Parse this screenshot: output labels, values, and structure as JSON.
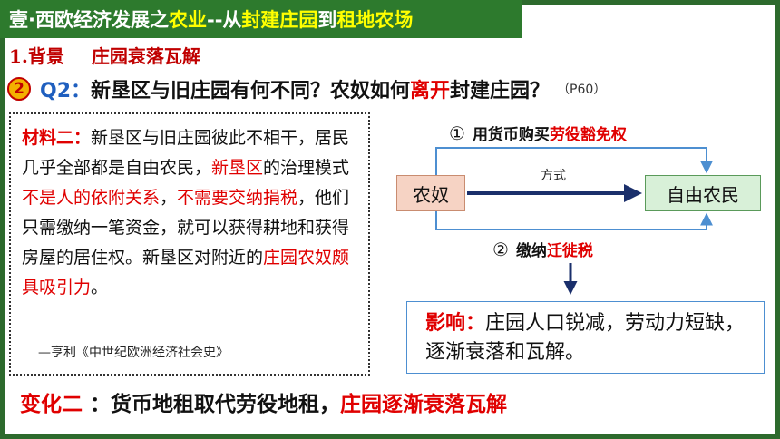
{
  "title": {
    "seg1": "壹·西欧经济发展之",
    "seg2": "农业",
    "seg3": "--从",
    "seg4": "封建庄园",
    "seg5": "到",
    "seg6": "租地农场"
  },
  "background": {
    "label": "1.背景",
    "subtitle": "庄园衰落瓦解"
  },
  "question": {
    "number": "2",
    "label": "Q2：",
    "text1": "新垦区与旧庄园有何不同？农奴如何",
    "text_red": "离开",
    "text2": "封建庄园？",
    "page_ref": "（P60）"
  },
  "material": {
    "heading": "材料二：",
    "p1": "新垦区与旧庄园彼此不相干，居民几乎全部都是自由农民，",
    "r1": "新垦区",
    "p2": "的治理模式",
    "r2": "不是人的依附关系",
    "p3": "，",
    "r3": "不需要交纳捐税",
    "p4": "，他们只需缴纳一笔资金，就可以获得耕地和获得房屋的居住权。新垦区对附近的",
    "r4": "庄园农奴颇具吸引力",
    "p5": "。",
    "source": "—亨利《中世纪欧洲经济社会史》"
  },
  "diagram": {
    "serf": "农奴",
    "free_peasant": "自由农民",
    "arrow_label": "方式",
    "route1": {
      "num": "①",
      "text": "用货币购买",
      "highlight": "劳役豁免权"
    },
    "route2": {
      "num": "②",
      "text": "缴纳",
      "highlight": "迁徙税"
    }
  },
  "impact": {
    "label": "影响：",
    "text": "庄园人口锐减，劳动力短缺，逐渐衰落和瓦解。"
  },
  "change": {
    "label": "变化二",
    "sep": " ：",
    "text": "货币地租取代劳役地租，",
    "highlight": "庄园逐渐衰落瓦解"
  },
  "colors": {
    "title_bg": "#2d7a2d",
    "accent_red": "#e00000",
    "accent_yellow": "#ffff00",
    "question_blue": "#1f5fbf",
    "arrow_navy": "#1a2f6b",
    "flow_blue": "#4d8fd1"
  }
}
